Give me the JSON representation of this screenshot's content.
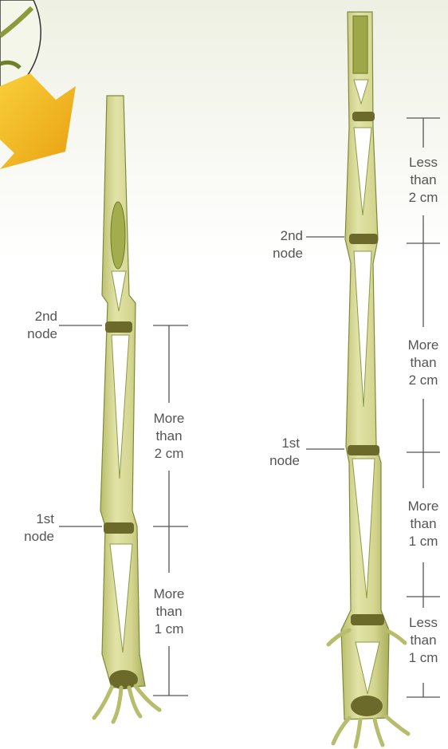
{
  "left_diagram": {
    "node_labels": {
      "second": [
        "2nd",
        "node"
      ],
      "first": [
        "1st",
        "node"
      ]
    },
    "measures": [
      {
        "lines": [
          "More",
          "than",
          "2 cm"
        ]
      },
      {
        "lines": [
          "More",
          "than",
          "1 cm"
        ]
      }
    ]
  },
  "right_diagram": {
    "node_labels": {
      "second": [
        "2nd",
        "node"
      ],
      "first": [
        "1st",
        "node"
      ]
    },
    "measures": [
      {
        "lines": [
          "Less",
          "than",
          "2 cm"
        ]
      },
      {
        "lines": [
          "More",
          "than",
          "2 cm"
        ]
      },
      {
        "lines": [
          "More",
          "than",
          "1 cm"
        ]
      },
      {
        "lines": [
          "Less",
          "than",
          "1 cm"
        ]
      }
    ]
  },
  "colors": {
    "stem_fill": "#d4d690",
    "stem_stroke": "#7d8a3a",
    "node": "#6b6a2a",
    "line": "#555555",
    "arrow": "#f2b41f"
  }
}
